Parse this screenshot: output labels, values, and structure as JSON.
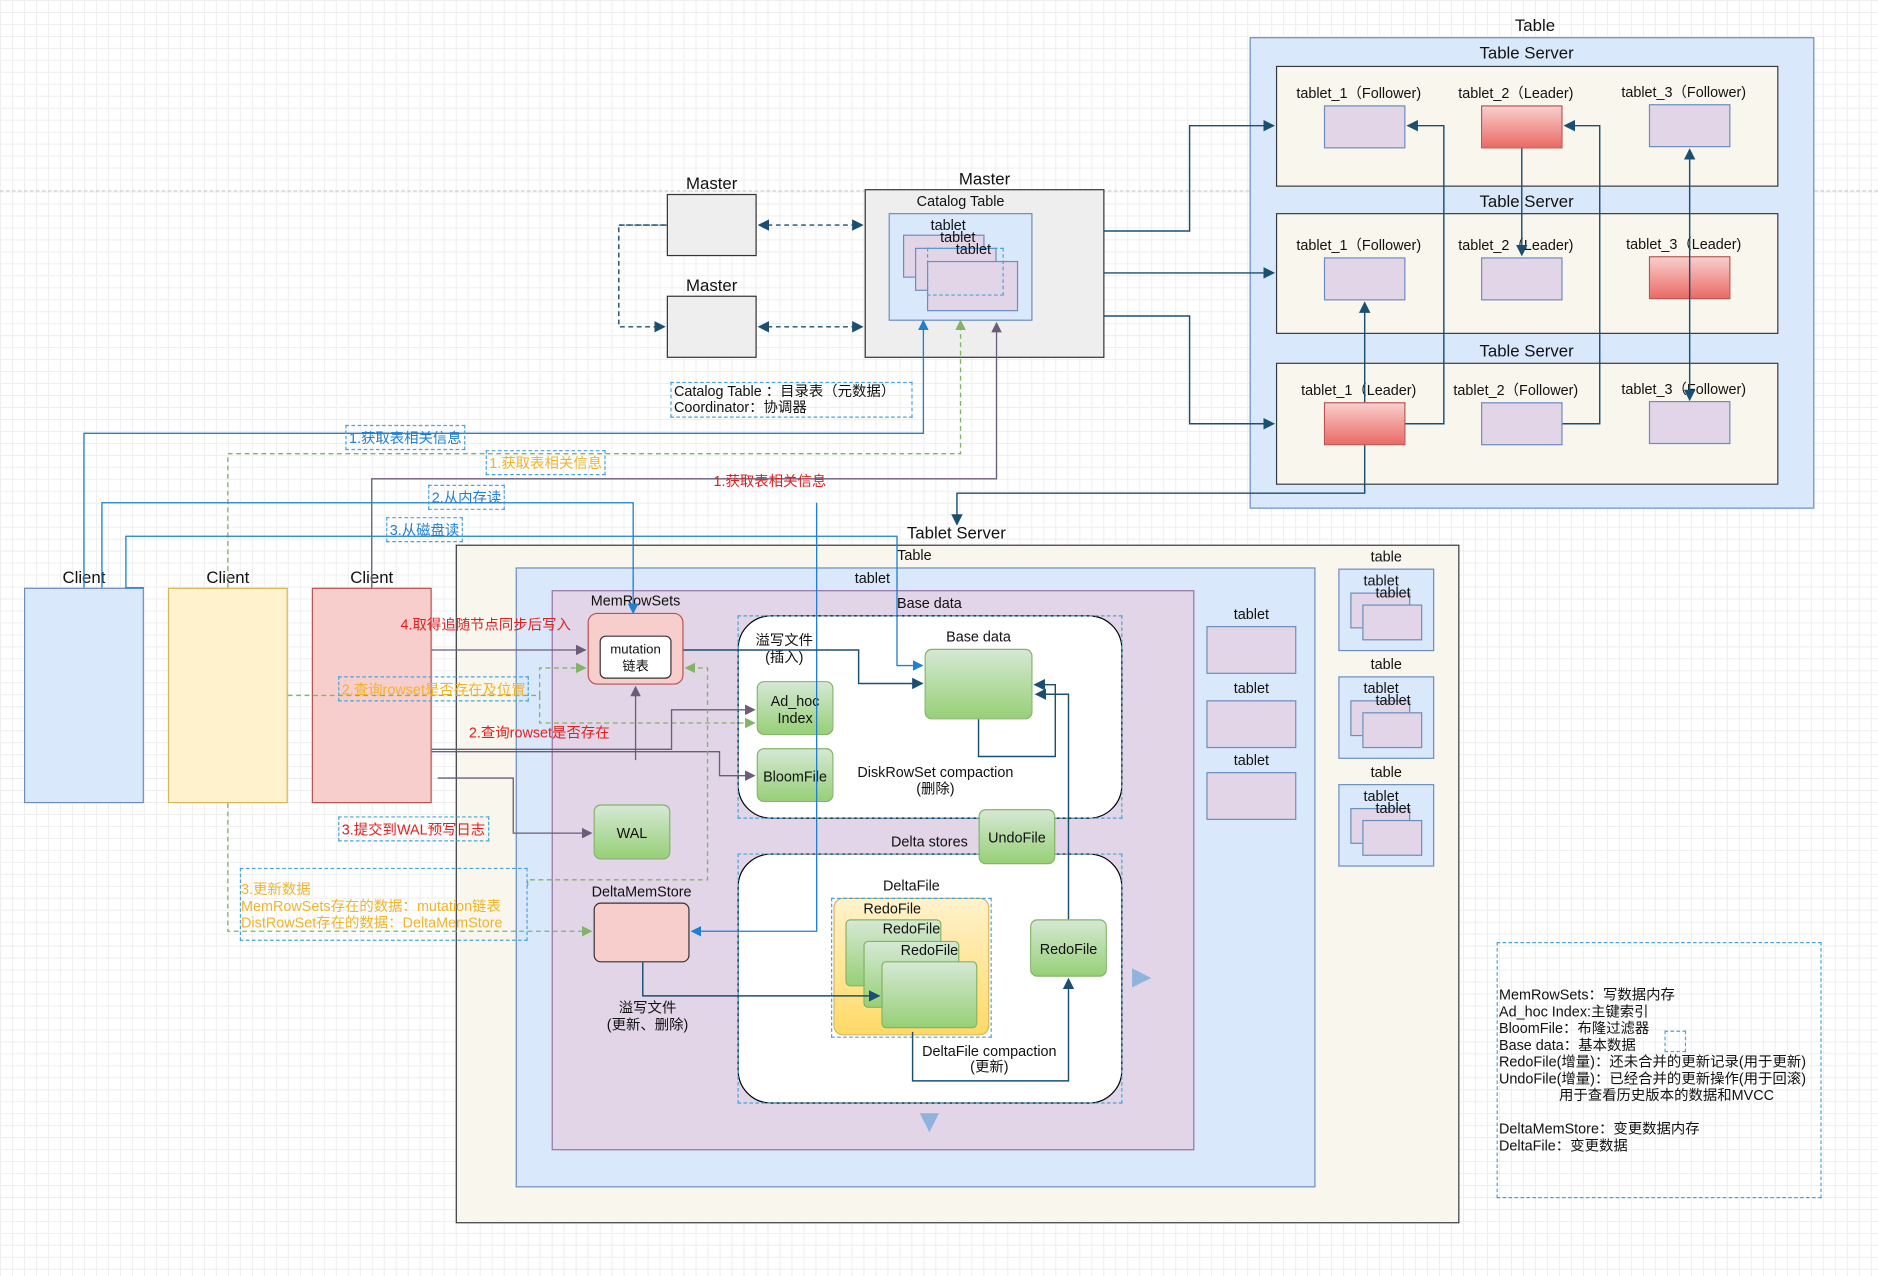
{
  "colors": {
    "blue_line": "#1f7fd1",
    "teal_line": "#1b4f72",
    "green_line": "#82b366",
    "purple_line": "#6c5b7b",
    "red_text": "#e02020",
    "yellow_text": "#f0b429"
  },
  "table_top": {
    "title": "Table",
    "servers": [
      {
        "title": "Table Server",
        "tablets": [
          "tablet_1（Follower)",
          "tablet_2（Leader)",
          "tablet_3（Follower)"
        ]
      },
      {
        "title": "Table Server",
        "tablets": [
          "tablet_1（Follower)",
          "tablet_2（Leader)",
          "tablet_3（Leader)"
        ]
      },
      {
        "title": "Table Server",
        "tablets": [
          "tablet_1（Leader)",
          "tablet_2（Follower)",
          "tablet_3（Follower)"
        ]
      }
    ]
  },
  "masters": {
    "small": [
      "Master",
      "Master"
    ],
    "main": "Master",
    "catalog_table": "Catalog Table",
    "tablet_stack": [
      "tablet",
      "tablet",
      "tablet"
    ],
    "note_line1": "Catalog Table ：目录表（元数据）",
    "note_line2": "Coordinator：协调器"
  },
  "clients": [
    "Client",
    "Client",
    "Client"
  ],
  "flow_labels": {
    "get_table_info_blue": "1.获取表相关信息",
    "get_table_info_yellow": "1.获取表相关信息",
    "read_memory": "2.从内存读",
    "get_table_info_red": "1.获取表相关信息",
    "read_disk": "3.从磁盘读",
    "sync_write": "4.取得追随节点同步后写入",
    "query_rowset_yellow": "2.查询rowset是否存在及位置",
    "query_rowset_red": "2.查询rowset是否存在",
    "commit_wal": "3.提交到WAL预写日志",
    "update_line1": "3.更新数据",
    "update_line2": "MemRowSets存在的数据：mutation链表",
    "update_line3": "DistRowSet存在的数据：DeltaMemStore"
  },
  "tablet_server": {
    "title": "Tablet Server",
    "table": "Table",
    "tablet": "tablet",
    "base_data_region": "Base data",
    "memrowsets": "MemRowSets",
    "mutation_line1": "mutation",
    "mutation_line2": "链表",
    "spill_insert_line1": "溢写文件",
    "spill_insert_line2": "(插入)",
    "base_data": "Base data",
    "ad_hoc_line1": "Ad_hoc",
    "ad_hoc_line2": "Index",
    "bloomfile": "BloomFile",
    "diskrowset_compaction_line1": "DiskRowSet compaction",
    "diskrowset_compaction_line2": "(删除)",
    "wal": "WAL",
    "undofile": "UndoFile",
    "delta_stores": "Delta stores",
    "deltamemstore": "DeltaMemStore",
    "deltafile": "DeltaFile",
    "redofiles": [
      "RedoFile",
      "RedoFile",
      "RedoFile"
    ],
    "redofile_right": "RedoFile",
    "spill_update_line1": "溢写文件",
    "spill_update_line2": "(更新、删除)",
    "deltafile_compaction_line1": "DeltaFile compaction",
    "deltafile_compaction_line2": "(更新)",
    "side_tablets": [
      "tablet",
      "tablet",
      "tablet"
    ],
    "side_tables": [
      {
        "title": "table",
        "tablets": [
          "tablet",
          "tablet"
        ]
      },
      {
        "title": "table",
        "tablets": [
          "tablet",
          "tablet"
        ]
      },
      {
        "title": "table",
        "tablets": [
          "tablet",
          "tablet"
        ]
      }
    ]
  },
  "legend": {
    "lines": [
      "MemRowSets：写数据内存",
      "Ad_hoc Index:主键索引",
      "BloomFile：布隆过滤器",
      "Base data：基本数据",
      "RedoFile(增量)：还未合并的更新记录(用于更新)",
      "UndoFile(增量)：已经合并的更新操作(用于回滚)",
      "用于查看历史版本的数据和MVCC",
      "",
      "DeltaMemStore：变更数据内存",
      "DeltaFile：变更数据"
    ]
  }
}
